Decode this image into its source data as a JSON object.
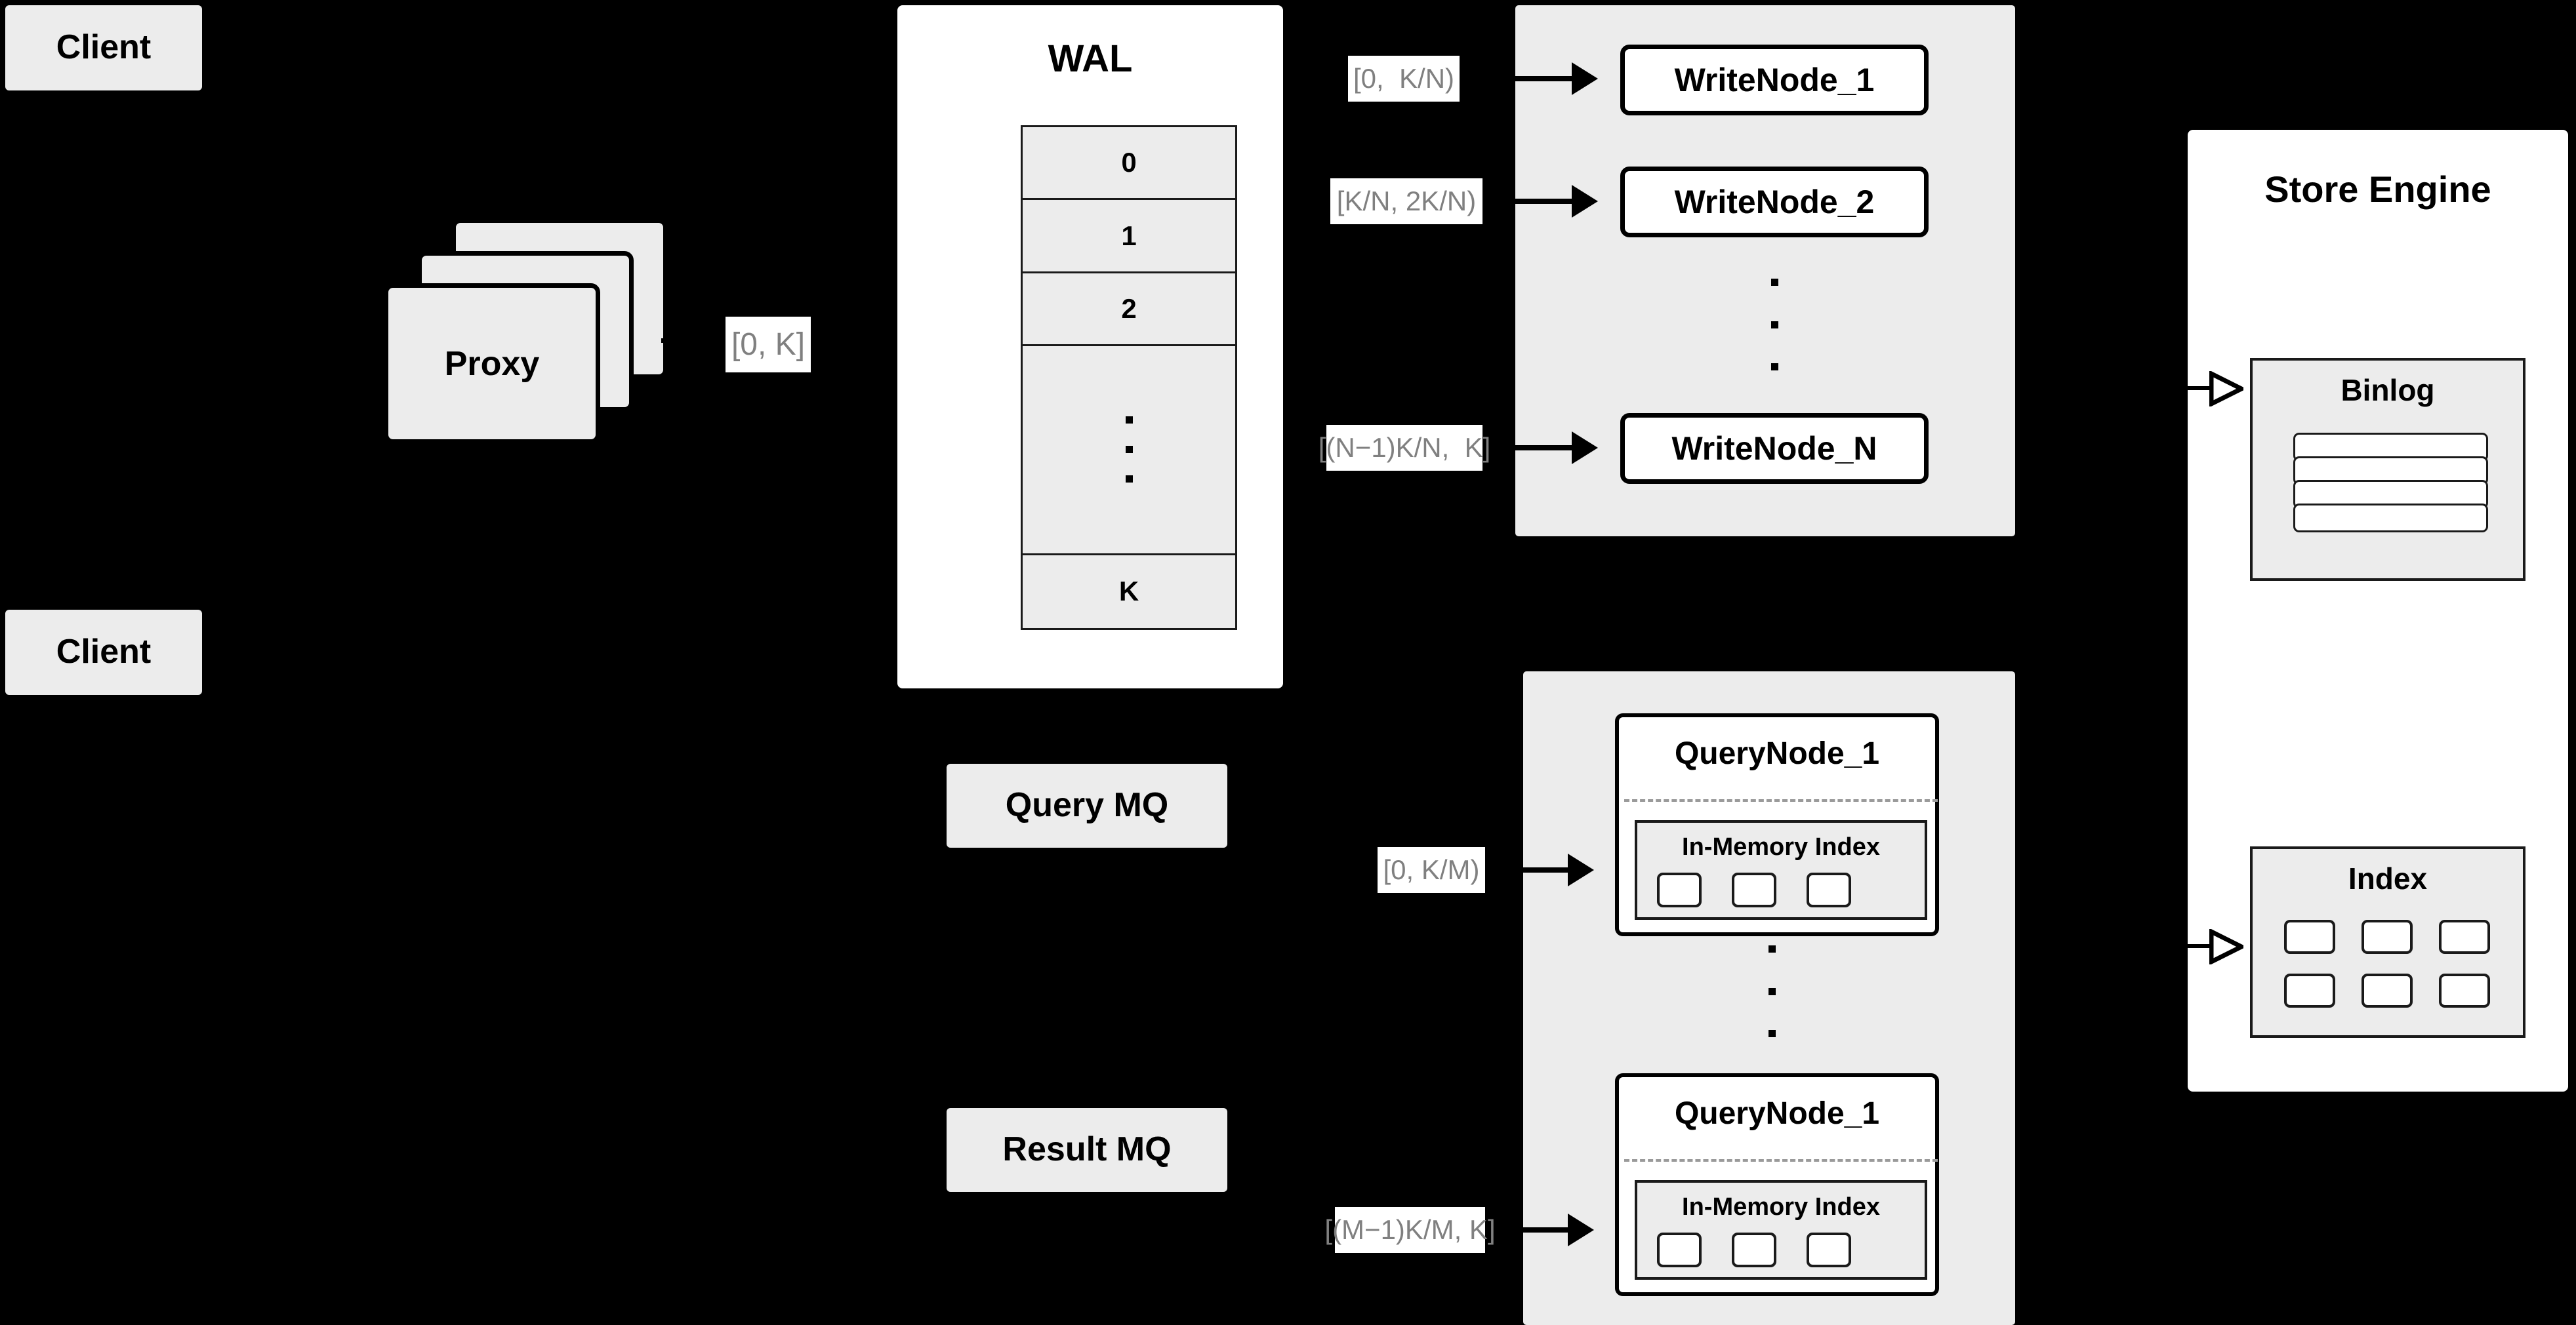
{
  "diagram": {
    "title": "Distributed write/query architecture",
    "colors": {
      "background": "#000000",
      "node_fill": "#ECECEC",
      "panel_fill": "#FFFFFF",
      "stroke": "#000000",
      "label_text": "#808080",
      "separator": "#9A9A9A"
    }
  },
  "clients": [
    {
      "label": "Client"
    },
    {
      "label": "Client"
    }
  ],
  "proxy": {
    "label": "Proxy",
    "stack_count": 3
  },
  "edge_labels": {
    "proxy_to_wal": "[0, K]",
    "write_node_1": "[0,  K/N)",
    "write_node_2": "[K/N, 2K/N)",
    "write_node_n": "[(N−1)K/N,  K]",
    "query_node_1": "[0, K/M)",
    "query_node_m": "[(M−1)K/M, K]"
  },
  "wal": {
    "title": "WAL",
    "rows": [
      "0",
      "1",
      "2",
      "dots",
      "K"
    ]
  },
  "write_cluster": {
    "nodes": [
      {
        "label": "WriteNode_1"
      },
      {
        "label": "WriteNode_2"
      },
      {
        "label": "WriteNode_N"
      }
    ],
    "ellipsis_dots": 3
  },
  "message_queues": [
    {
      "label": "Query MQ"
    },
    {
      "label": "Result MQ"
    }
  ],
  "query_cluster": {
    "nodes": [
      {
        "label": "QueryNode_1",
        "inner": {
          "title": "In-Memory Index",
          "chip_count": 3
        }
      },
      {
        "label": "QueryNode_1",
        "inner": {
          "title": "In-Memory Index",
          "chip_count": 3
        }
      }
    ],
    "ellipsis_dots": 3
  },
  "store_engine": {
    "title": "Store Engine",
    "binlog": {
      "title": "Binlog",
      "slab_count": 4
    },
    "index": {
      "title": "Index",
      "chip_count": 6
    }
  }
}
